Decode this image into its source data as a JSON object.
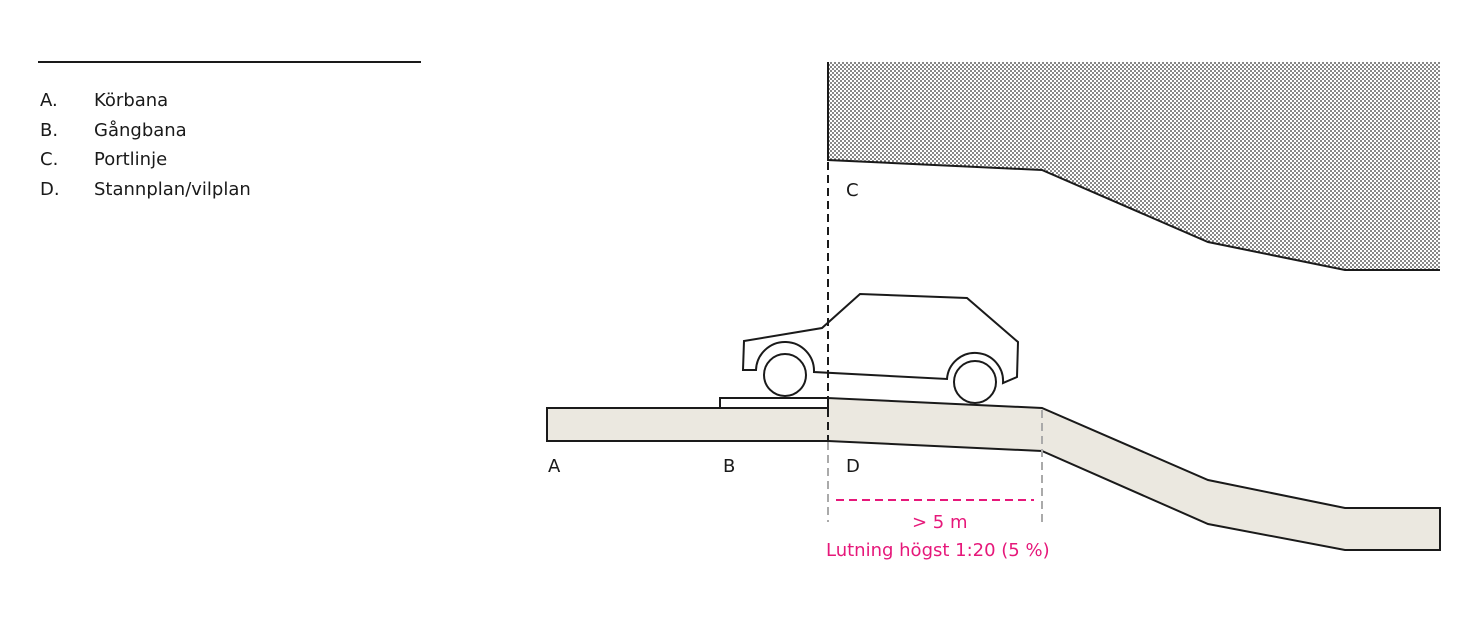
{
  "legend": [
    {
      "key": "A.",
      "label": "Körbana"
    },
    {
      "key": "B.",
      "label": "Gångbana"
    },
    {
      "key": "C.",
      "label": "Portlinje"
    },
    {
      "key": "D.",
      "label": "Stannplan/vilplan"
    }
  ],
  "markers": {
    "a": "A",
    "b": "B",
    "c": "C",
    "d": "D"
  },
  "dimension": {
    "length": "> 5 m",
    "slope": "Lutning högst 1:20 (5 %)"
  },
  "colors": {
    "ground": "#ebe8e0",
    "accent": "#e6187a",
    "line": "#1a1a1a"
  }
}
